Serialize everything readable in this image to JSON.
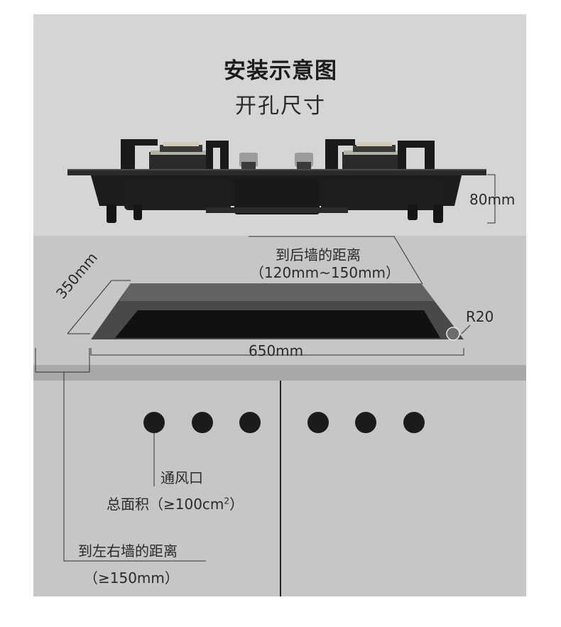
{
  "title": "安装示意图",
  "subtitle": "开孔尺寸",
  "dimensions": {
    "height": "80mm",
    "depth": "350mm",
    "width": "650mm",
    "radius": "R20"
  },
  "rear_wall": {
    "label": "到后墙的距离",
    "range": "（120mm~150mm）"
  },
  "vent": {
    "label": "通风口",
    "area_prefix": "总面积（≥100cm",
    "area_sup": "2",
    "area_suffix": "）"
  },
  "side_wall": {
    "label": "到左右墙的距离",
    "range": "（≥150mm）"
  },
  "colors": {
    "top_panel": "#d3d5d6",
    "counter": "#c4c6c7",
    "edge_band": "#a6a8a9",
    "cutout_dark": "#1b1b1b"
  },
  "icons": [
    "gas-stove-icon",
    "vent-hole-icon"
  ]
}
